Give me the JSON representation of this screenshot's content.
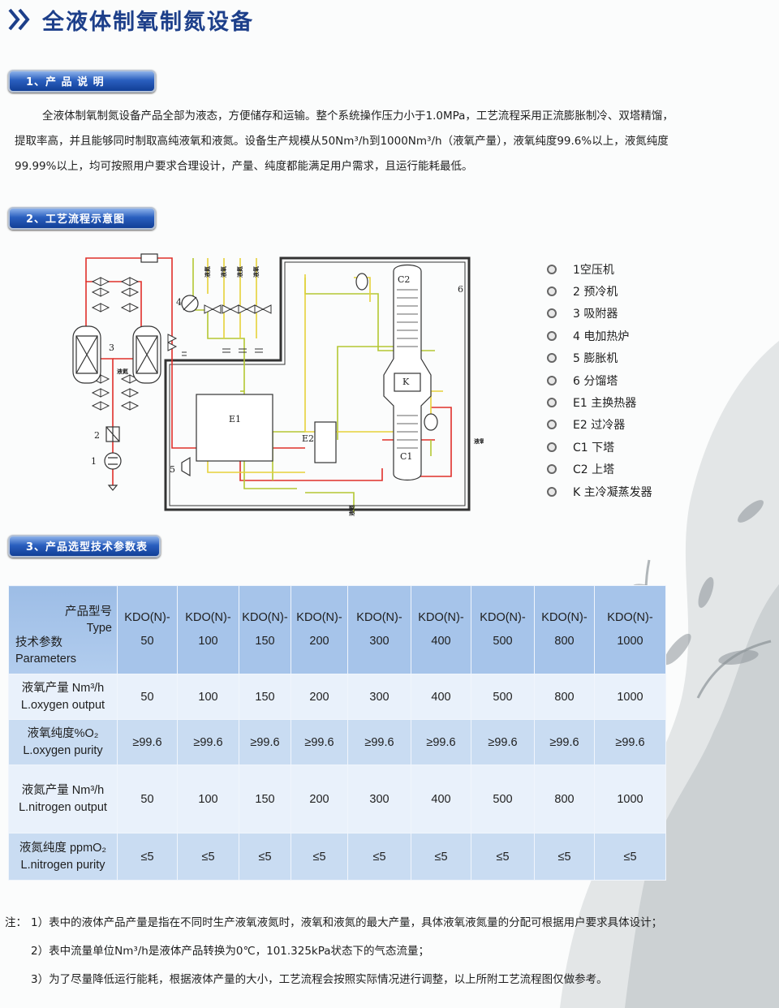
{
  "page_title": "全液体制氧制氮设备",
  "sections": {
    "s1": "1、产 品 说 明",
    "s2": "2、工艺流程示意图",
    "s3": "3、产品选型技术参数表"
  },
  "intro": [
    "全液体制氧制氮设备产品全部为液态，方便储存和运输。整个系统操作压力小于1.0MPa，工艺流程采用正流膨胀制冷、双塔精馏，",
    "提取率高，并且能够同时制取高纯液氧和液氮。设备生产规模从50Nm³/h到1000Nm³/h（液氧产量），液氧纯度99.6%以上，液氮纯度",
    "99.99%以上，均可按照用户要求合理设计，产量、纯度都能满足用户需求，且运行能耗最低。"
  ],
  "diagram_labels": {
    "n1": "1",
    "n2": "2",
    "n3": "3",
    "n4": "4",
    "n5": "5",
    "n6": "6",
    "e1": "E1",
    "e2": "E2",
    "c1": "C1",
    "c2": "C2",
    "k": "K",
    "t1": "液氧",
    "t2": "液氮",
    "t3": "液氧",
    "t4": "液氮",
    "t5": "液氧",
    "t6": "液氮",
    "t7": "液氮"
  },
  "legend": [
    "1空压机",
    "2 预冷机",
    "3 吸附器",
    "4 电加热炉",
    "5 膨胀机",
    "6 分馏塔",
    "E1 主换热器",
    "E2 过冷器",
    "C1 下塔",
    "C2 上塔",
    "K 主冷凝蒸发器"
  ],
  "table": {
    "corner_top_cn": "产品型号",
    "corner_top_en": "Type",
    "corner_bottom_cn": "技术参数",
    "corner_bottom_en": "Parameters",
    "model_prefix": "KDO(N)-",
    "models": [
      "50",
      "100",
      "150",
      "200",
      "300",
      "400",
      "500",
      "800",
      "1000"
    ],
    "rows": [
      {
        "label_cn": "液氧产量 Nm³/h",
        "label_en": "L.oxygen output",
        "values": [
          "50",
          "100",
          "150",
          "200",
          "300",
          "400",
          "500",
          "800",
          "1000"
        ]
      },
      {
        "label_cn": "液氧纯度%O₂",
        "label_en": "L.oxygen purity",
        "values": [
          "≥99.6",
          "≥99.6",
          "≥99.6",
          "≥99.6",
          "≥99.6",
          "≥99.6",
          "≥99.6",
          "≥99.6",
          "≥99.6"
        ]
      },
      {
        "label_cn": "液氮产量 Nm³/h",
        "label_en": "L.nitrogen output",
        "values": [
          "50",
          "100",
          "150",
          "200",
          "300",
          "400",
          "500",
          "800",
          "1000"
        ]
      },
      {
        "label_cn": "液氮纯度 ppmO₂",
        "label_en": "L.nitrogen purity",
        "values": [
          "≤5",
          "≤5",
          "≤5",
          "≤5",
          "≤5",
          "≤5",
          "≤5",
          "≤5",
          "≤5"
        ]
      }
    ]
  },
  "notes": {
    "lead": "注：",
    "items": [
      "1）表中的液体产品产量是指在不同时生产液氧液氮时，液氧和液氮的最大产量，具体液氧液氮量的分配可根据用户要求具体设计；",
      "2）表中流量单位Nm³/h是液体产品转换为0℃，101.325kPa状态下的气态流量；",
      "3）为了尽量降低运行能耗，根据液体产量的大小，工艺流程会按照实际情况进行调整，以上所附工艺流程图仅做参考。"
    ]
  }
}
